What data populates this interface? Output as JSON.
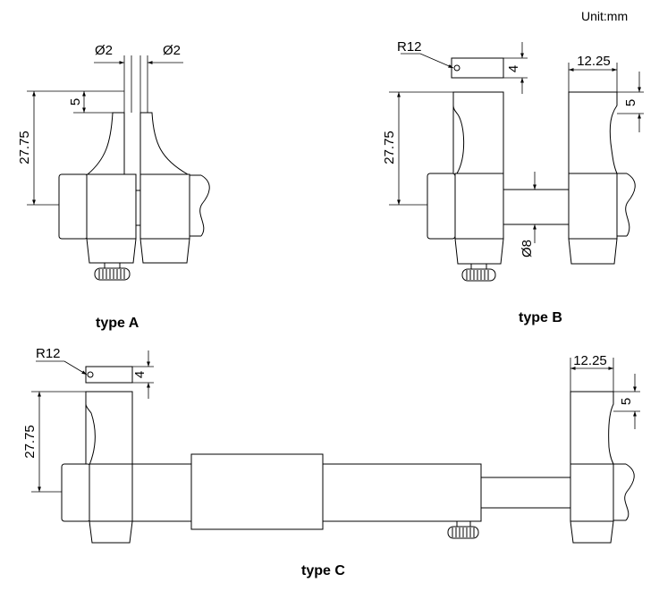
{
  "unit_label": "Unit:mm",
  "type_a": {
    "label": "type A",
    "dims": {
      "tip_dia_left": "Ø2",
      "tip_dia_right": "Ø2",
      "tip_height": "5",
      "overall_height": "27.75"
    }
  },
  "type_b": {
    "label": "type B",
    "dims": {
      "radius": "R12",
      "tip_thickness": "4",
      "width": "12.25",
      "tip_height": "5",
      "overall_height": "27.75",
      "rod_dia": "Ø8"
    }
  },
  "type_c": {
    "label": "type C",
    "dims": {
      "radius": "R12",
      "tip_thickness": "4",
      "width": "12.25",
      "tip_height": "5",
      "overall_height": "27.75"
    }
  }
}
